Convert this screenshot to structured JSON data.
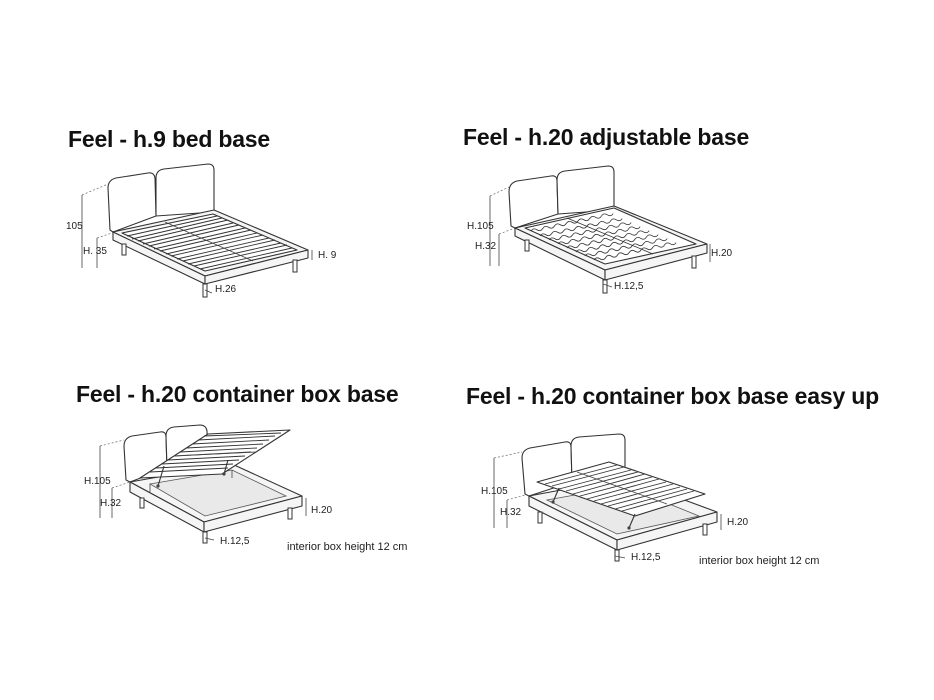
{
  "panels": [
    {
      "title": "Feel - h.9 bed base",
      "labels": {
        "total_height": "105",
        "seat_height": "H. 35",
        "base_height": "H. 9",
        "leg_height": "H.26"
      }
    },
    {
      "title": "Feel - h.20 adjustable base",
      "labels": {
        "total_height": "H.105",
        "seat_height": "H.32",
        "base_height": "H.20",
        "leg_height": "H.12,5"
      }
    },
    {
      "title": "Feel - h.20 container box base",
      "labels": {
        "total_height": "H.105",
        "seat_height": "H.32",
        "base_height": "H.20",
        "leg_height": "H.12,5"
      },
      "note": "interior box height 12 cm"
    },
    {
      "title": "Feel - h.20 container box base easy up",
      "labels": {
        "total_height": "H.105",
        "seat_height": "H.32",
        "base_height": "H.20",
        "leg_height": "H.12,5"
      },
      "note": "interior box height 12 cm"
    }
  ]
}
